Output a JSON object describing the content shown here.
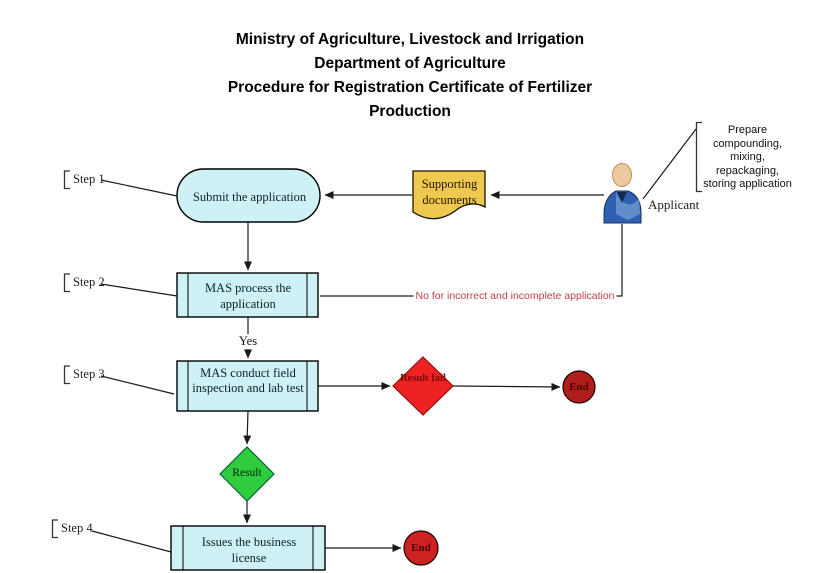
{
  "title": {
    "lines": [
      "Ministry of Agriculture, Livestock and Irrigation",
      "Department of Agriculture",
      "Procedure for Registration Certificate of Fertilizer",
      "Production"
    ]
  },
  "steps": [
    {
      "label": "Step 1"
    },
    {
      "label": "Step 2"
    },
    {
      "label": "Step 3"
    },
    {
      "label": "Step 4"
    }
  ],
  "nodes": {
    "submit_application": {
      "label": "Submit the application",
      "shape": "terminator"
    },
    "supporting_documents": {
      "label": "Supporting documents",
      "shape": "document"
    },
    "applicant": {
      "label": "Applicant",
      "shape": "actor"
    },
    "prepare_note": {
      "label": "Prepare\ncompounding,\nmixing,\nrepackaging,\nstoring application",
      "shape": "bracket-note"
    },
    "mas_process": {
      "label": "MAS process the application",
      "shape": "predefined-process"
    },
    "mas_inspect": {
      "label": "MAS conduct field inspection and lab test",
      "shape": "predefined-process"
    },
    "result_fail": {
      "label": "Result fail",
      "shape": "decision"
    },
    "result_pass": {
      "label": "Result",
      "shape": "decision"
    },
    "end_fail": {
      "label": "End",
      "shape": "terminal-circle"
    },
    "issue_license": {
      "label": "Issues the business license",
      "shape": "predefined-process"
    },
    "end_success": {
      "label": "End",
      "shape": "terminal-circle"
    }
  },
  "edges": {
    "reject": {
      "label": "No for incorrect and incomplete application"
    },
    "approve": {
      "label": "Yes"
    }
  },
  "colors": {
    "node_fill": "#cdf1f4",
    "node_border": "#000000",
    "doc_fill": "#eec84f",
    "fail_diamond": "#ee2222",
    "fail_text": "#7c0a0a",
    "pass_diamond": "#2fcc40",
    "end_dark": "#b01d1d",
    "end_bright": "#cc2222",
    "reject_text": "#c0404a",
    "line": "#1a1a1a"
  }
}
